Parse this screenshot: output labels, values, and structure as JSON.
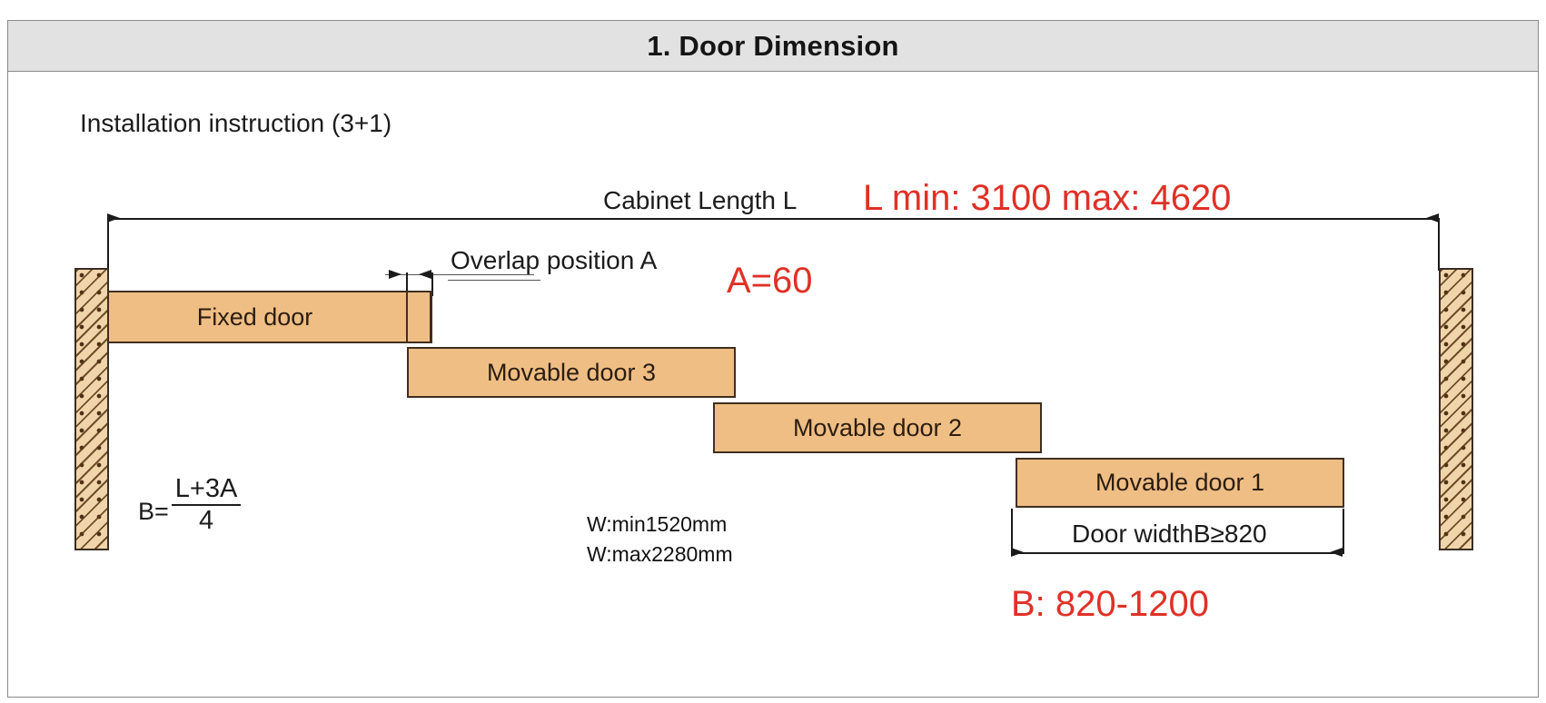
{
  "header": {
    "title": "1.  Door Dimension"
  },
  "subheading": "Installation instruction (3+1)",
  "diagram": {
    "cabinet_length_label": "Cabinet Length L",
    "cabinet_length_value": "L min: 3100 max: 4620",
    "overlap_label": "Overlap position A",
    "overlap_value": "A=60",
    "doors": [
      {
        "id": "fixed",
        "label": "Fixed door"
      },
      {
        "id": "movable-3",
        "label": "Movable door 3"
      },
      {
        "id": "movable-2",
        "label": "Movable door 2"
      },
      {
        "id": "movable-1",
        "label": "Movable door 1"
      }
    ],
    "door_width_label": "Door widthB≥820",
    "door_width_value": "B: 820-1200",
    "formula": {
      "lhs": "B=",
      "numerator": "L+3A",
      "denominator": "4"
    },
    "panel_size_note": "W:min1520mm\nW:max2280mm"
  },
  "colors": {
    "door_fill": "#efbe84",
    "door_stroke": "#3f2f20",
    "wall_fill": "#f0d5ab",
    "wall_stroke": "#3a2d22",
    "accent_red": "#e03127",
    "header_band": "#e2e2e2",
    "line": "#1b1b1b"
  }
}
